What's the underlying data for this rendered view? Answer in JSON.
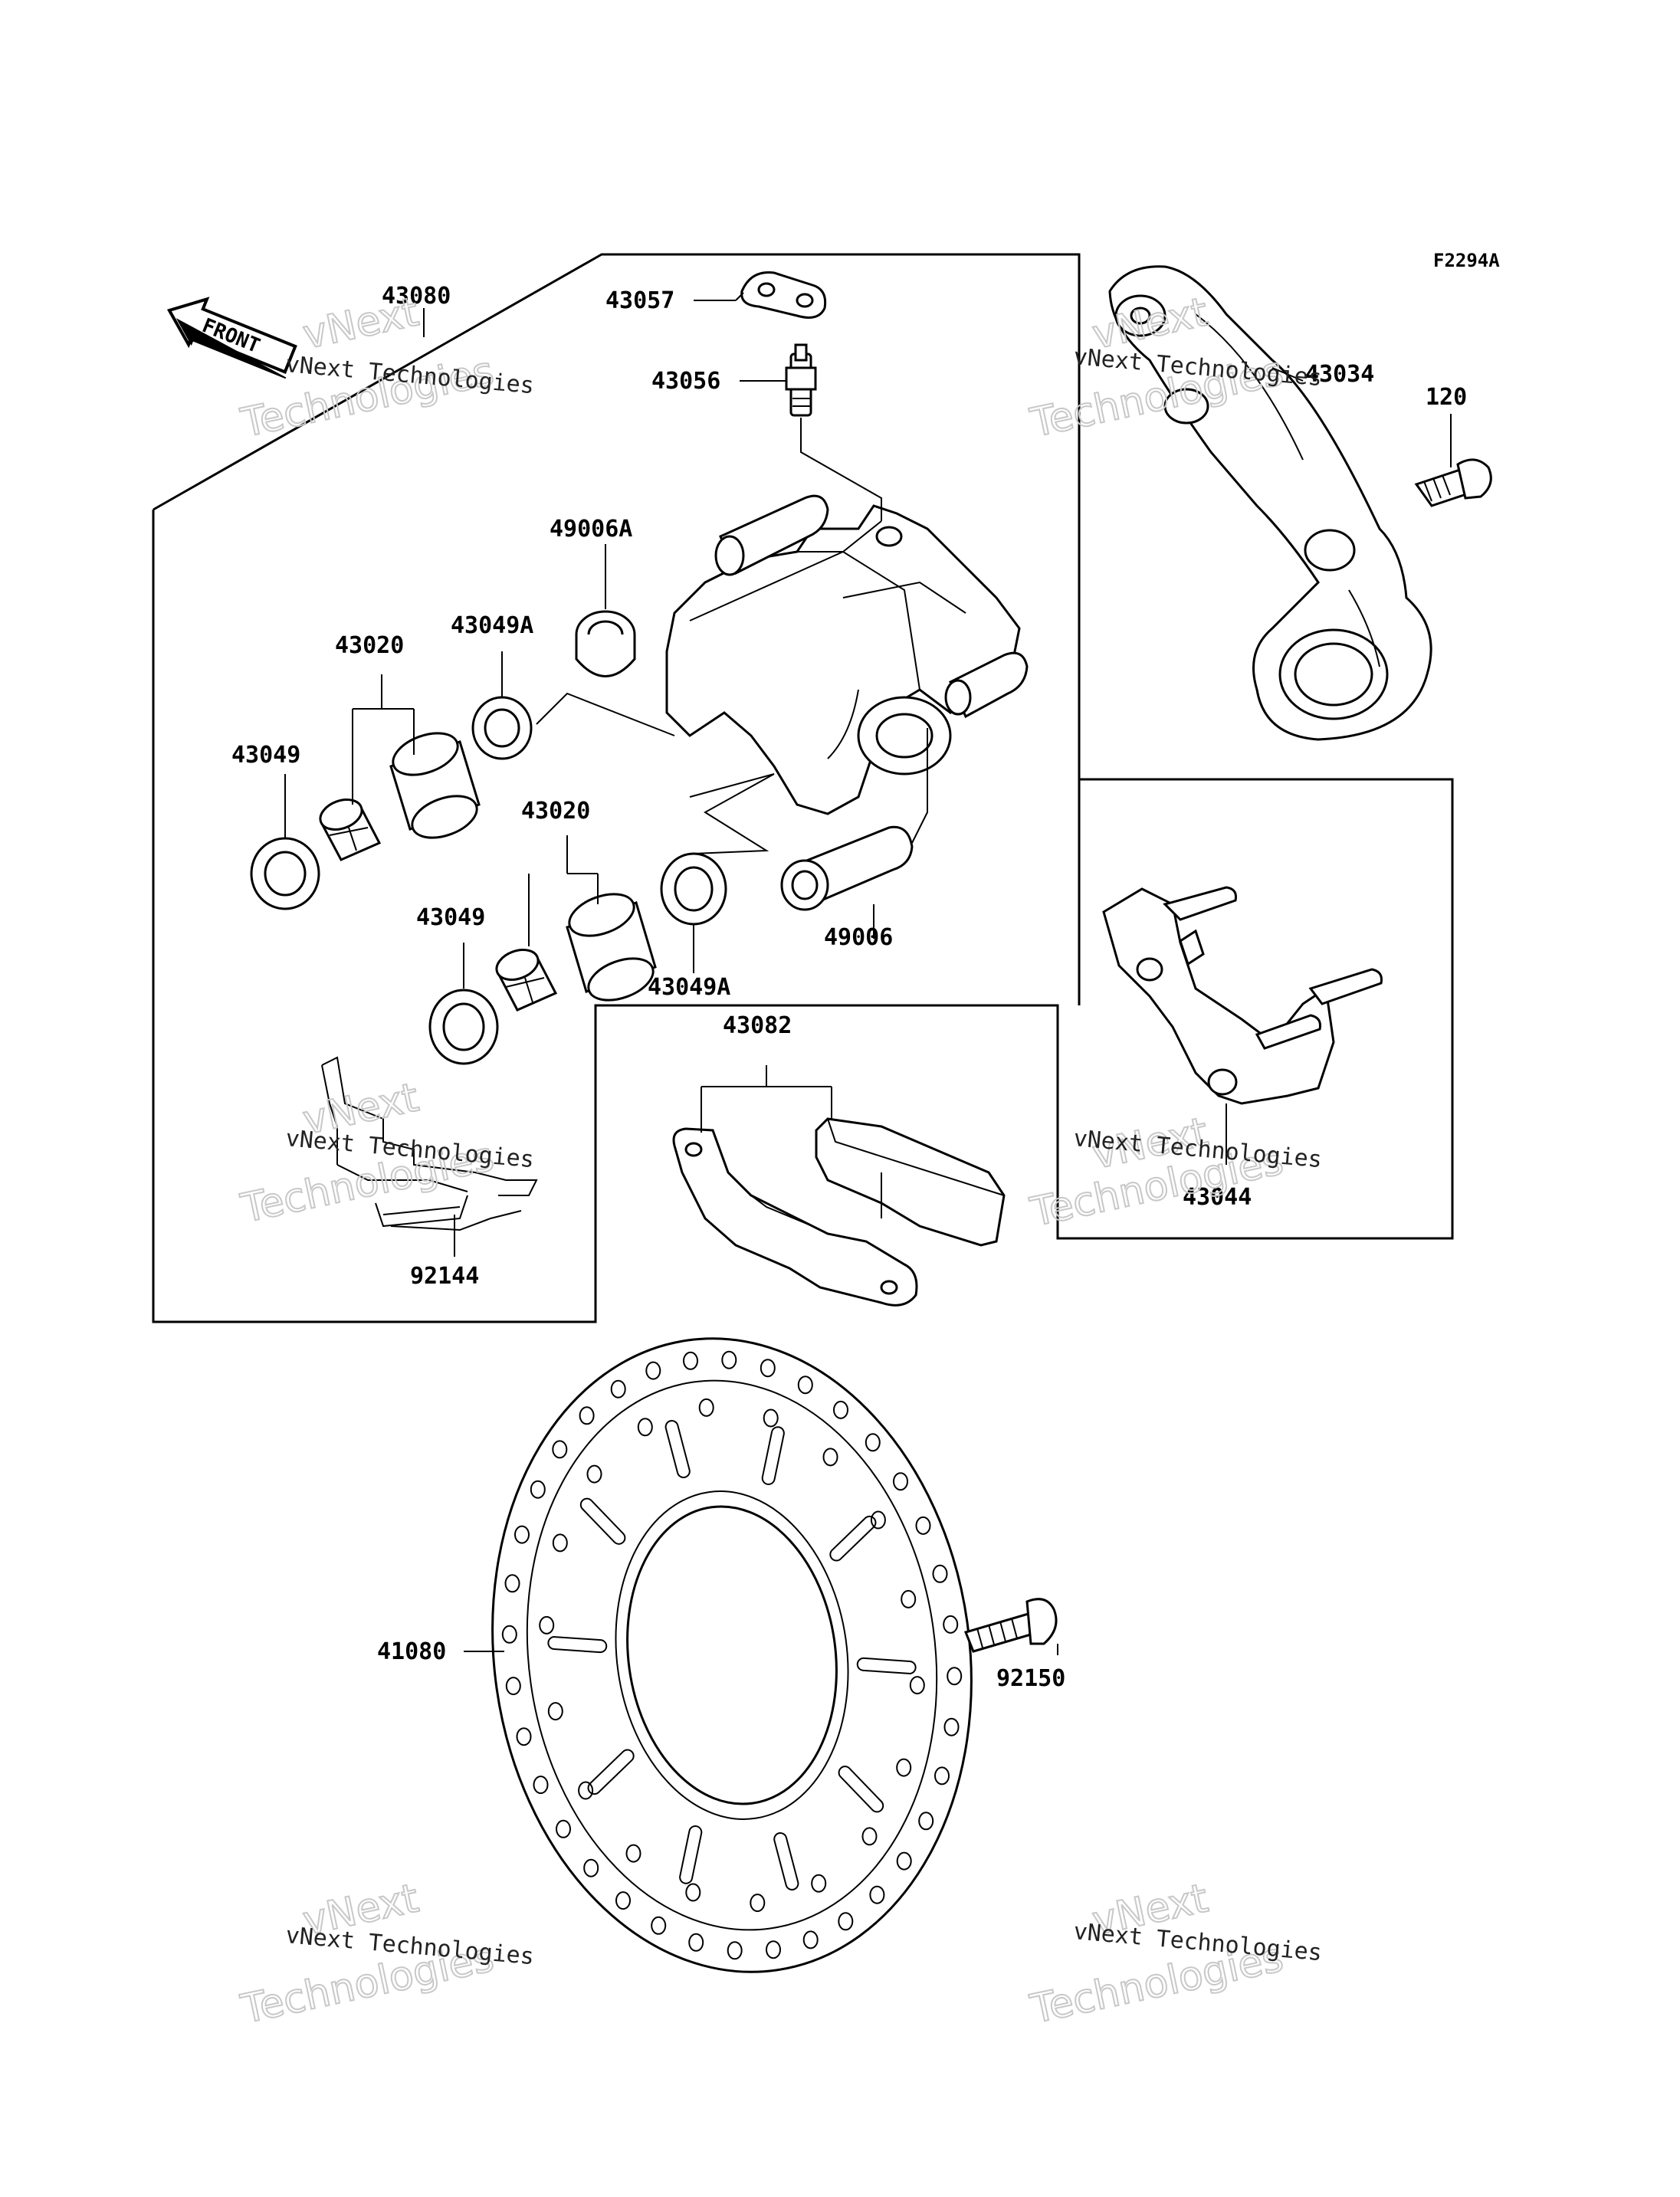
{
  "figure": {
    "code": "F2294A",
    "front_label": "FRONT"
  },
  "parts": {
    "p43080": "43080",
    "p43057": "43057",
    "p43056": "43056",
    "p43034": "43034",
    "p120": "120",
    "p49006A": "49006A",
    "p43020_upper": "43020",
    "p43049A_upper": "43049A",
    "p43049_upper": "43049",
    "p43020_lower": "43020",
    "p43049_lower": "43049",
    "p43049A_lower": "43049A",
    "p49006": "49006",
    "p43082": "43082",
    "p43044": "43044",
    "p92144": "92144",
    "p41080": "41080",
    "p92150": "92150"
  },
  "watermark": {
    "company": "vNext Technologies",
    "word1": "vNext",
    "word2": "Technologies"
  }
}
